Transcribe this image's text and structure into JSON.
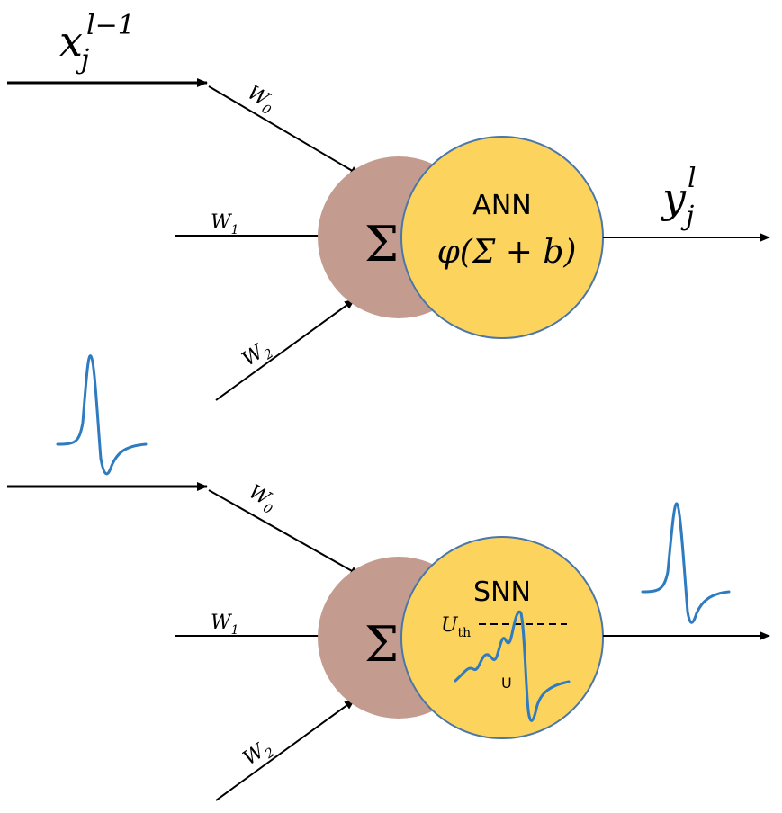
{
  "colors": {
    "sum_circle": "#c49b8f",
    "neuron_fill": "#fcd35d",
    "neuron_stroke": "#4a76a8",
    "spike": "#2f7bbf",
    "line": "#000000"
  },
  "ann": {
    "input_label": {
      "base": "x",
      "sub": "j",
      "sup": "l−1"
    },
    "weights": [
      {
        "base": "W",
        "sub": "0"
      },
      {
        "base": "W",
        "sub": "1"
      },
      {
        "base": "W",
        "sub": "2"
      }
    ],
    "sum_symbol": "Σ",
    "title": "ANN",
    "formula": "φ(Σ + b)",
    "output_label": {
      "base": "y",
      "sub": "j",
      "sup": "l"
    }
  },
  "snn": {
    "weights": [
      {
        "base": "W",
        "sub": "0"
      },
      {
        "base": "W",
        "sub": "1"
      },
      {
        "base": "W",
        "sub": "2"
      }
    ],
    "sum_symbol": "Σ",
    "title": "SNN",
    "threshold_label": {
      "base": "U",
      "sub": "th"
    },
    "potential_label": "U",
    "input_spike_icon": "action-potential-spike",
    "output_spike_icon": "action-potential-spike"
  }
}
